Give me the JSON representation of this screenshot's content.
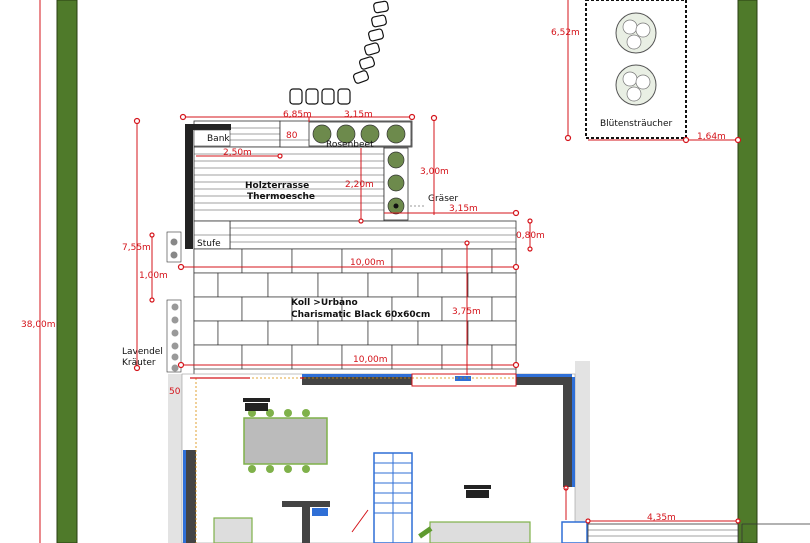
{
  "labels": {
    "bank": "Bank",
    "rosenbeet": "Rosenbeet",
    "terrace_line1": "Holzterrasse",
    "terrace_line2": "Thermoesche",
    "stufe": "Stufe",
    "graeser": "Gräser",
    "tiles_line1": "Koll >Urbano",
    "tiles_line2": "Charismatic Black 60x60cm",
    "lavendel": "Lavendel",
    "kraeuter": "Kräuter",
    "bluetenstraeucher": "Blütensträucher"
  },
  "dimensions": {
    "d_6_85": "6,85m",
    "d_3_15_top": "3,15m",
    "d_80": "80",
    "d_2_50": "2,50m",
    "d_2_20": "2,20m",
    "d_3_00": "3,00m",
    "d_3_15_right": "3,15m",
    "d_0_80": "0,80m",
    "d_7_55": "7,55m",
    "d_1_00": "1,00m",
    "d_10_00_a": "10,00m",
    "d_3_75": "3,75m",
    "d_10_00_b": "10,00m",
    "d_50": "50",
    "d_38_00": "38,00m",
    "d_6_52": "6,52m",
    "d_1_64": "1,64m",
    "d_4_35": "4,35m"
  },
  "colors": {
    "hedge": "#4f7a2a",
    "dimension": "#d4141b",
    "wall": "#444444",
    "window_blue": "#2f6fd6",
    "table_green": "#a9c58a"
  }
}
